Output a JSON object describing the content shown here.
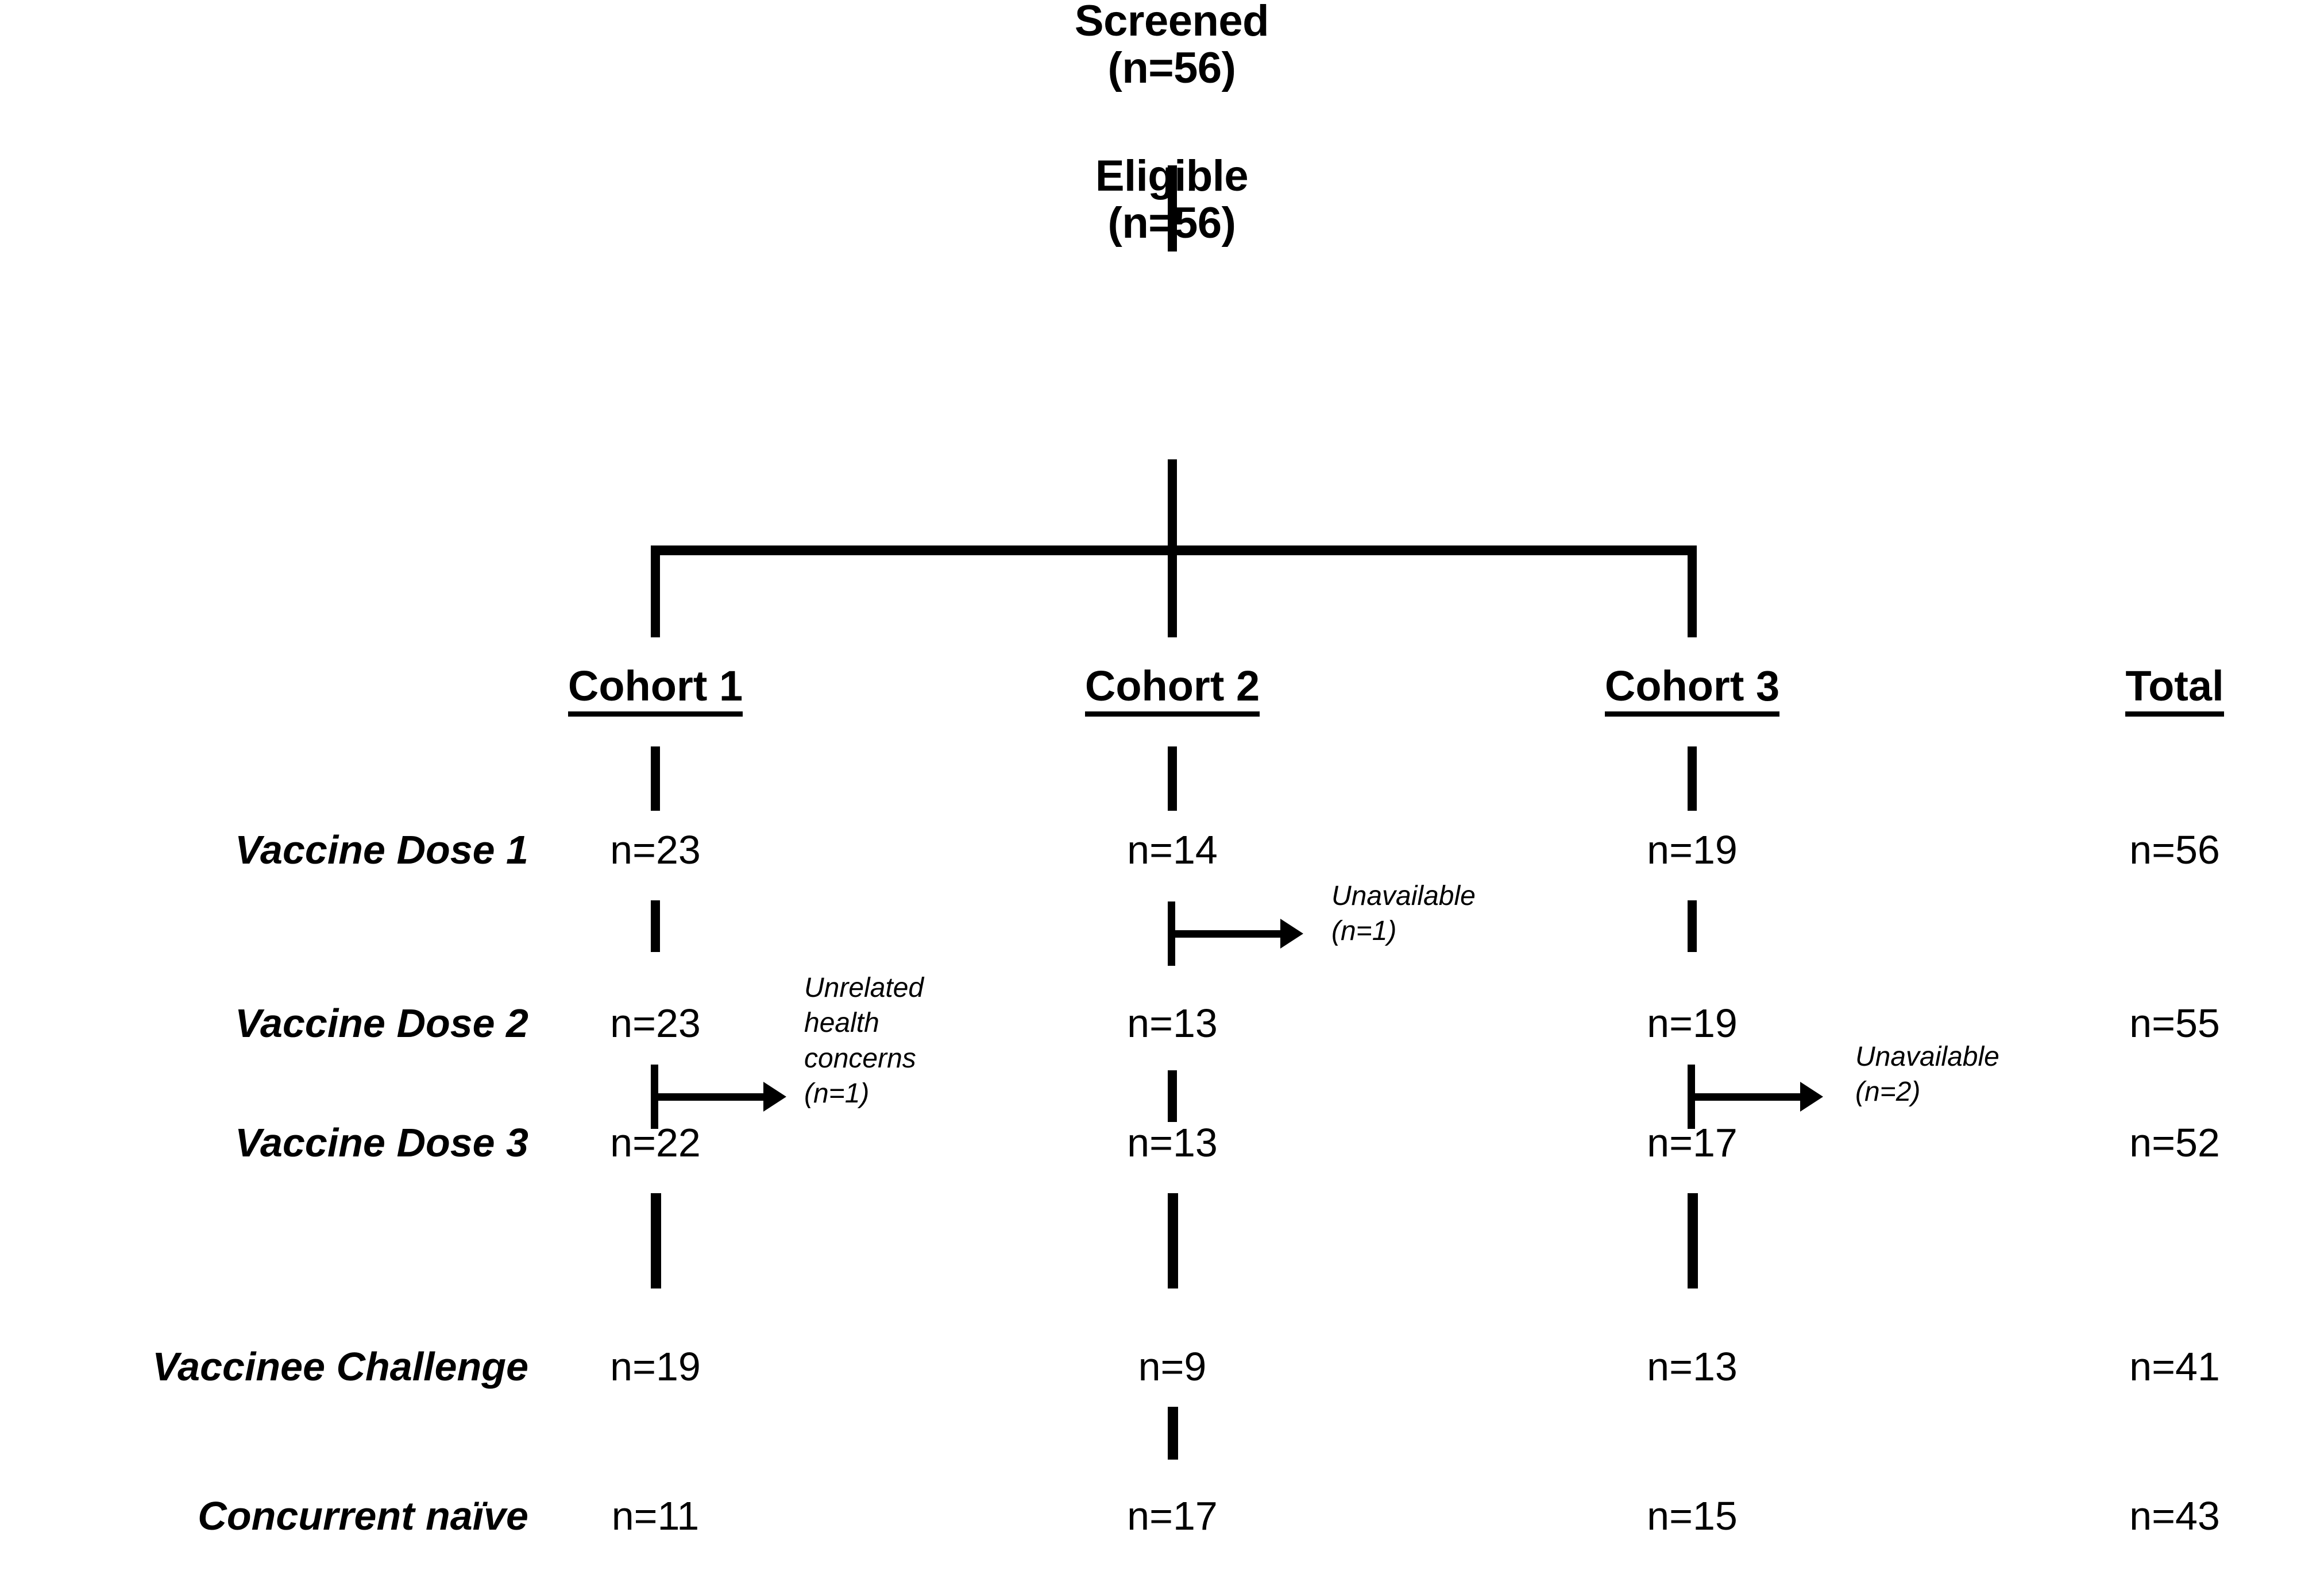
{
  "diagram": {
    "title_top": "Screened",
    "title_top_n": "(n=56)",
    "title_second": "Eligible",
    "title_second_n": "(n=56)"
  },
  "columns": [
    {
      "header": "Cohort 1"
    },
    {
      "header": "Cohort 2"
    },
    {
      "header": "Cohort 3"
    },
    {
      "header": "Total"
    }
  ],
  "rows": [
    {
      "label": "Vaccine Dose 1",
      "values": [
        "n=23",
        "n=14",
        "n=19",
        "n=56"
      ]
    },
    {
      "label": "Vaccine Dose 2",
      "values": [
        "n=23",
        "n=13",
        "n=19",
        "n=55"
      ]
    },
    {
      "label": "Vaccine Dose 3",
      "values": [
        "n=22",
        "n=13",
        "n=17",
        "n=52"
      ]
    },
    {
      "label": "Vaccinee Challenge",
      "values": [
        "n=19",
        "n=9",
        "n=13",
        "n=41"
      ]
    },
    {
      "label": "Concurrent naïve",
      "values": [
        "n=11",
        "n=17",
        "n=15",
        "n=43"
      ]
    }
  ],
  "annotations": [
    {
      "id": "cohort2-dose1-dropout",
      "text": "Unavailable\n(n=1)"
    },
    {
      "id": "cohort1-dose2-dropout",
      "text": "Unrelated\nhealth\nconcerns\n(n=1)"
    },
    {
      "id": "cohort3-dose2-dropout",
      "text": "Unavailable\n(n=2)"
    }
  ],
  "style": {
    "ink": "#000000",
    "paper": "#ffffff"
  }
}
